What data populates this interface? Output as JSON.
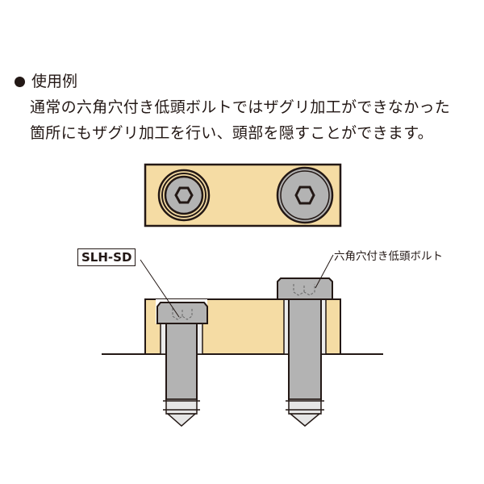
{
  "heading": {
    "bullet_icon": "filled-circle-bullet",
    "title": "使用例"
  },
  "description": {
    "line1": "通常の六角穴付き低頭ボルトではザグリ加工ができなかった",
    "line2": "箇所にもザグリ加工を行い、頭部を隠すことができます。"
  },
  "diagram": {
    "top_view": {
      "plate_color": "#f5dca4",
      "bolt_count": 2,
      "socket_shape": "hexagon"
    },
    "side_view": {
      "left_label": "SLH-SD",
      "right_label": "六角穴付き低頭ボルト",
      "plate_color": "#f5dca4",
      "bolt_color": "#b3b3b3",
      "thread_color": "#e6e6e6",
      "outline_color": "#231815"
    }
  }
}
